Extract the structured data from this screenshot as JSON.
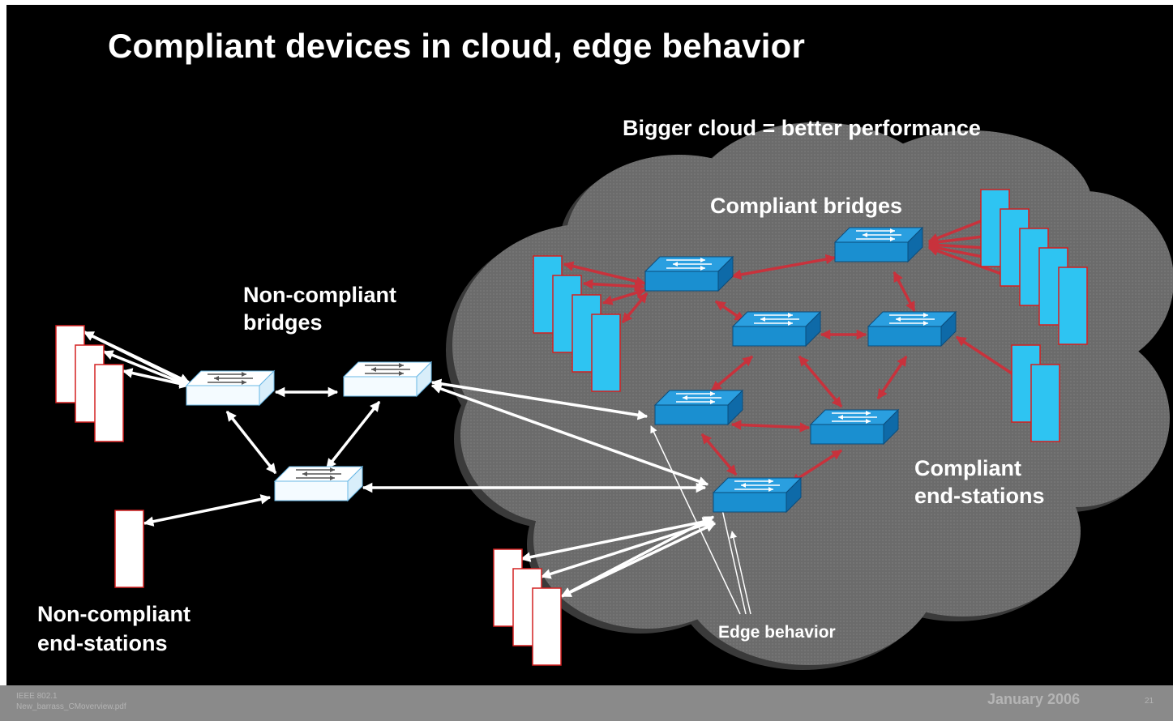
{
  "slide": {
    "title": "Compliant devices in cloud, edge behavior",
    "labels": {
      "bigger_cloud": "Bigger cloud = better performance",
      "compliant_bridges": "Compliant bridges",
      "noncompliant_bridges_1": "Non-compliant",
      "noncompliant_bridges_2": "bridges",
      "compliant_endstations_1": "Compliant",
      "compliant_endstations_2": "end-stations",
      "noncompliant_endstations_1": "Non-compliant",
      "noncompliant_endstations_2": "end-stations",
      "edge_behavior": "Edge behavior"
    },
    "footer": {
      "line1": "IEEE 802.1",
      "line2": "New_barrass_CMoverview.pdf",
      "date": "January 2006",
      "page": "21"
    }
  },
  "colors": {
    "background": "#000000",
    "cloud": "#6b6b6b",
    "compliant_bridge": "#1a8fd0",
    "compliant_endstation": "#2ec4f2",
    "endstation_border": "#d42020",
    "noncompliant_fill": "#ffffff",
    "compliant_link": "#c8323c",
    "noncompliant_link": "#ffffff",
    "footer": "#8a8a8a"
  }
}
